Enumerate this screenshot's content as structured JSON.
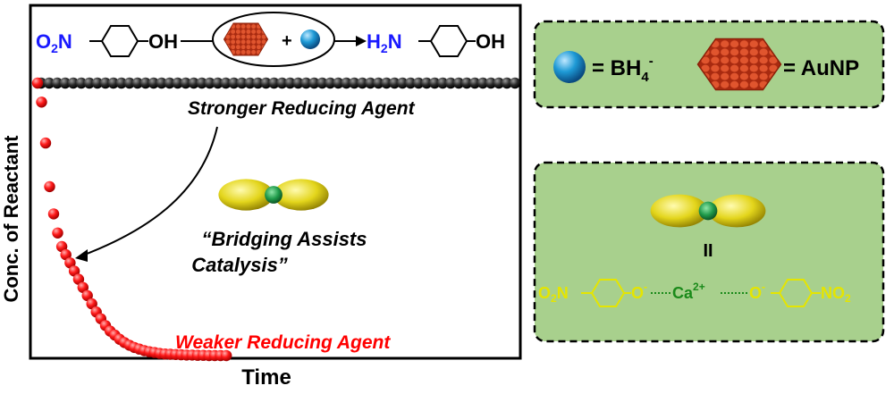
{
  "reaction": {
    "reactant": {
      "prefix": "O",
      "sub": "2",
      "suffix": "N"
    },
    "reactant_oh": "OH",
    "plus": "+",
    "product": {
      "prefix": "H",
      "sub": "2",
      "suffix": "N"
    },
    "product_oh": "OH"
  },
  "plot": {
    "ylabel": "Conc. of Reactant",
    "xlabel": "Time",
    "strong_label": "Stronger Reducing Agent",
    "weak_label": "Weaker Reducing Agent",
    "bridging_line1": "“Bridging Assists",
    "bridging_line2": "Catalysis”"
  },
  "legend_top": {
    "bh4_eq": "= BH",
    "bh4_sub": "4",
    "bh4_sup": "-",
    "aunp_eq": "= AuNP"
  },
  "legend_bottom": {
    "equals_symbol": "II",
    "left_group": {
      "prefix": "O",
      "sub": "2",
      "suffix": "N",
      "o_minus": "O",
      "o_sup": "-"
    },
    "calcium": "Ca",
    "calcium_sup": "2+",
    "right_group": {
      "o_minus": "O",
      "o_sup": "-",
      "nitro": "NO",
      "nitro_sub": "2"
    }
  },
  "colors": {
    "blue_text": "#1a1aff",
    "red_series": "#ff0000",
    "yellow_text": "#e5e500",
    "green_text": "#1a8a1a",
    "panel_fill": "#a8d08d",
    "bh4_sphere": "#1e9ad6",
    "aunp": "#c83c1e",
    "dumbbell_yellow": "#e3d51b",
    "dumbbell_green": "#1f9a4a"
  },
  "chart_data": {
    "type": "scatter",
    "xlabel": "Time",
    "ylabel": "Conc. of Reactant",
    "series": [
      {
        "name": "Stronger Reducing Agent",
        "color": "#000000",
        "values": [
          1,
          1,
          1,
          1,
          1,
          1,
          1,
          1,
          1,
          1,
          1,
          1,
          1,
          1,
          1,
          1,
          1,
          1,
          1,
          1,
          1,
          1,
          1,
          1,
          1,
          1,
          1,
          1,
          1,
          1,
          1,
          1,
          1,
          1,
          1,
          1,
          1,
          1,
          1,
          1,
          1,
          1,
          1,
          1,
          1,
          1,
          1,
          1,
          1,
          1,
          1,
          1,
          1,
          1,
          1,
          1,
          1,
          1,
          1,
          1
        ]
      },
      {
        "name": "Weaker Reducing Agent",
        "color": "#ff0000",
        "values": [
          1.0,
          0.93,
          0.78,
          0.62,
          0.52,
          0.45,
          0.4,
          0.37,
          0.34,
          0.31,
          0.28,
          0.25,
          0.22,
          0.19,
          0.16,
          0.135,
          0.11,
          0.09,
          0.075,
          0.06,
          0.048,
          0.038,
          0.03,
          0.024,
          0.018,
          0.014,
          0.011,
          0.008,
          0.006,
          0.005,
          0.004,
          0.003,
          0.002,
          0.002,
          0.001,
          0.001,
          0.0,
          0.0,
          0.0,
          0.0
        ]
      }
    ]
  }
}
